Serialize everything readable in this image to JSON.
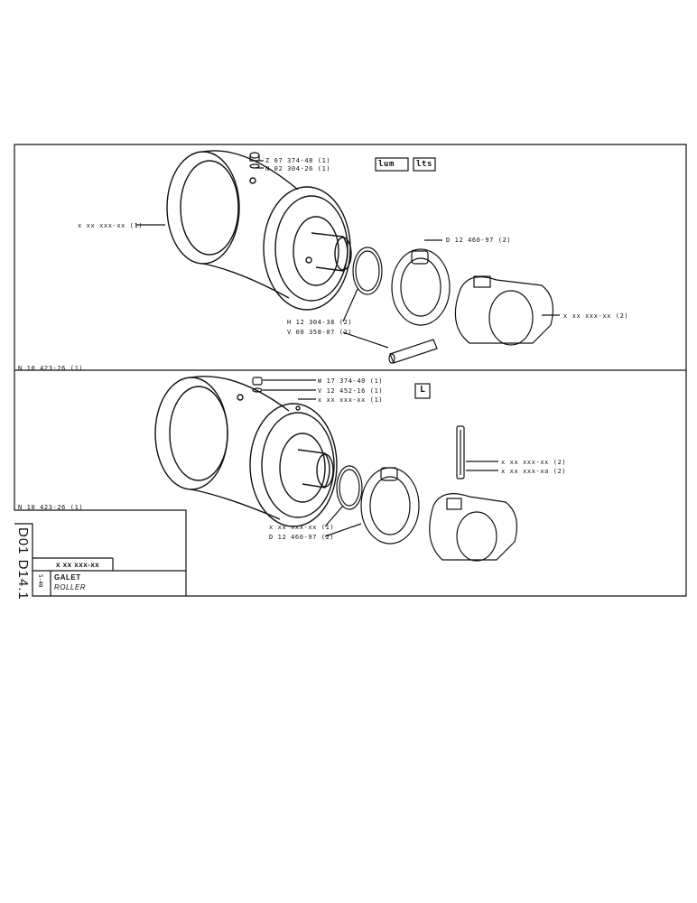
{
  "top_view": {
    "model_marks": [
      "lum",
      "lts"
    ],
    "labels": {
      "z07": "Z 07 374-48 (1)",
      "n02": "N 02 304-26 (1)",
      "xx_left": "x xx xxx-xx (1)",
      "d12": "D 12 460-97 (2)",
      "xx_right": "x xx xxx-xx (2)",
      "h12": "H 12 304-38 (2)",
      "v00": "V 00 358-07 (2)"
    },
    "ref": "N 10 423-26 (1)"
  },
  "bottom_view": {
    "model_mark": "L",
    "labels": {
      "w17": "W 17 374-40 (1)",
      "v12": "V 12 452-16 (1)",
      "xx_top": "x xx xxx-xx (1)",
      "xx_pin1": "x xx xxx-xx (2)",
      "xx_pin2": "x xx xxx-xa (2)",
      "xx_ring": "x xx xxx-xx (1)",
      "d12": "D 12 460-97 (2)"
    },
    "ref": "N 10 423-26 (1)"
  },
  "title_block": {
    "section_code": "D01 D14.1",
    "part_code": "x xx xxx-xx",
    "page_ref": "5-40",
    "name_fr": "GALET",
    "name_en": "ROLLER"
  }
}
